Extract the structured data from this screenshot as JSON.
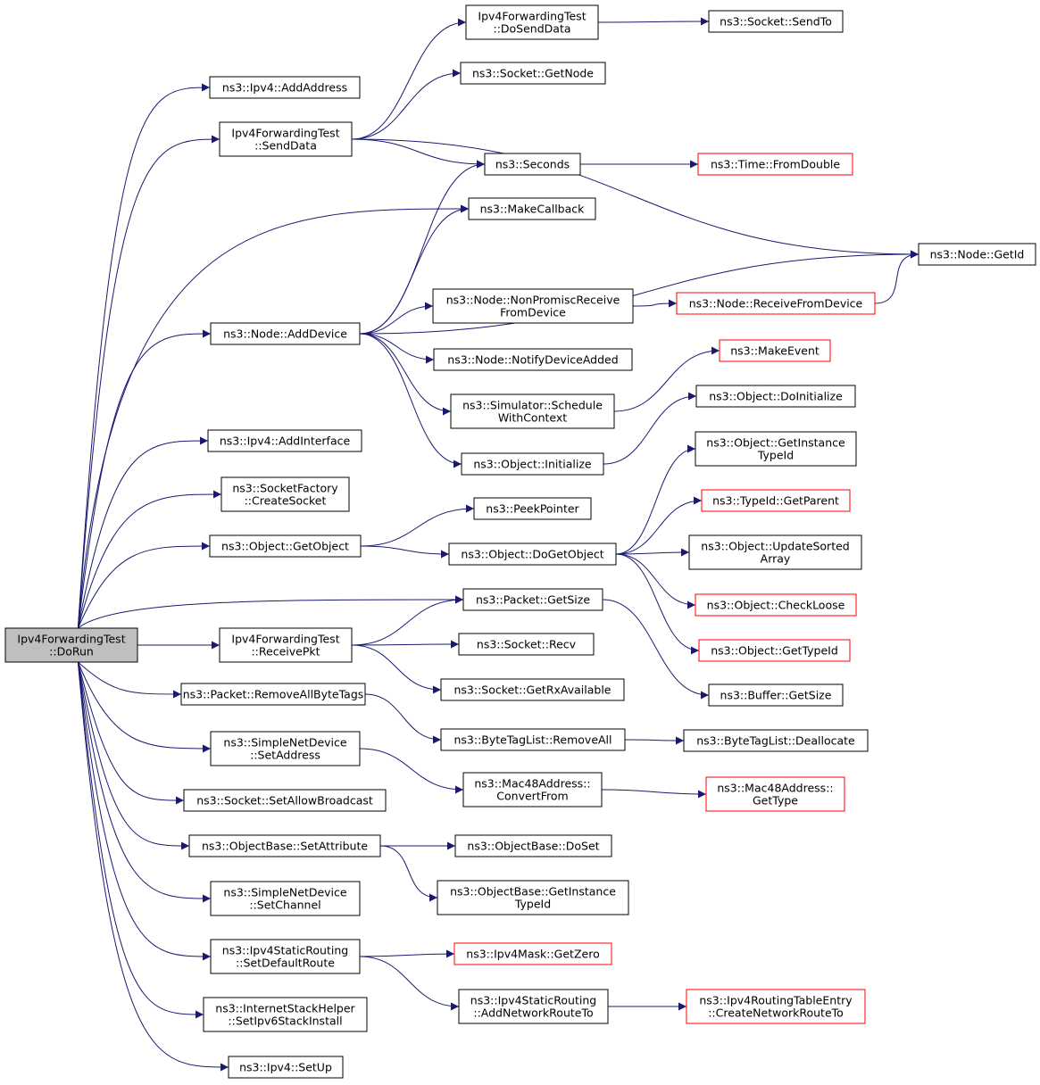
{
  "colors": {
    "edge": "#191970",
    "node_border": "#000000",
    "node_border_truncated": "#ff0000",
    "root_fill": "#bfbfbf",
    "node_fill": "#ffffff"
  },
  "nodes": [
    {
      "id": "dorun",
      "lines": [
        "Ipv4ForwardingTest",
        "::DoRun"
      ],
      "root": true
    },
    {
      "id": "addaddress",
      "lines": [
        "ns3::Ipv4::AddAddress"
      ]
    },
    {
      "id": "senddata",
      "lines": [
        "Ipv4ForwardingTest",
        "::SendData"
      ]
    },
    {
      "id": "dosenddata",
      "lines": [
        "Ipv4ForwardingTest",
        "::DoSendData"
      ]
    },
    {
      "id": "sendto",
      "lines": [
        "ns3::Socket::SendTo"
      ]
    },
    {
      "id": "socketgetnode",
      "lines": [
        "ns3::Socket::GetNode"
      ]
    },
    {
      "id": "seconds",
      "lines": [
        "ns3::Seconds"
      ]
    },
    {
      "id": "fromdouble",
      "lines": [
        "ns3::Time::FromDouble"
      ],
      "truncated": true
    },
    {
      "id": "makecallback",
      "lines": [
        "ns3::MakeCallback"
      ]
    },
    {
      "id": "nodegetid",
      "lines": [
        "ns3::Node::GetId"
      ]
    },
    {
      "id": "adddevice",
      "lines": [
        "ns3::Node::AddDevice"
      ]
    },
    {
      "id": "nonpromisc",
      "lines": [
        "ns3::Node::NonPromiscReceive",
        "FromDevice"
      ]
    },
    {
      "id": "receivefromdevice",
      "lines": [
        "ns3::Node::ReceiveFromDevice"
      ],
      "truncated": true
    },
    {
      "id": "notifydeviceadded",
      "lines": [
        "ns3::Node::NotifyDeviceAdded"
      ]
    },
    {
      "id": "makeevent",
      "lines": [
        "ns3::MakeEvent"
      ],
      "truncated": true
    },
    {
      "id": "schedulewithcontext",
      "lines": [
        "ns3::Simulator::Schedule",
        "WithContext"
      ]
    },
    {
      "id": "doinitialize",
      "lines": [
        "ns3::Object::DoInitialize"
      ]
    },
    {
      "id": "initialize",
      "lines": [
        "ns3::Object::Initialize"
      ]
    },
    {
      "id": "addinterface",
      "lines": [
        "ns3::Ipv4::AddInterface"
      ]
    },
    {
      "id": "createsocket",
      "lines": [
        "ns3::SocketFactory",
        "::CreateSocket"
      ]
    },
    {
      "id": "getinstancetypeid",
      "lines": [
        "ns3::Object::GetInstance",
        "TypeId"
      ]
    },
    {
      "id": "getparent",
      "lines": [
        "ns3::TypeId::GetParent"
      ],
      "truncated": true
    },
    {
      "id": "peekpointer",
      "lines": [
        "ns3::PeekPointer"
      ]
    },
    {
      "id": "getobject",
      "lines": [
        "ns3::Object::GetObject"
      ]
    },
    {
      "id": "dogetobject",
      "lines": [
        "ns3::Object::DoGetObject"
      ]
    },
    {
      "id": "updatesorted",
      "lines": [
        "ns3::Object::UpdateSorted",
        "Array"
      ]
    },
    {
      "id": "checkloose",
      "lines": [
        "ns3::Object::CheckLoose"
      ],
      "truncated": true
    },
    {
      "id": "packetgetsize",
      "lines": [
        "ns3::Packet::GetSize"
      ]
    },
    {
      "id": "gettypeid",
      "lines": [
        "ns3::Object::GetTypeId"
      ],
      "truncated": true
    },
    {
      "id": "receivepkt",
      "lines": [
        "Ipv4ForwardingTest",
        "::ReceivePkt"
      ]
    },
    {
      "id": "recv",
      "lines": [
        "ns3::Socket::Recv"
      ]
    },
    {
      "id": "getrxavailable",
      "lines": [
        "ns3::Socket::GetRxAvailable"
      ]
    },
    {
      "id": "buffergetsize",
      "lines": [
        "ns3::Buffer::GetSize"
      ]
    },
    {
      "id": "removeallbytetags",
      "lines": [
        "ns3::Packet::RemoveAllByteTags"
      ]
    },
    {
      "id": "bytetagremoveall",
      "lines": [
        "ns3::ByteTagList::RemoveAll"
      ]
    },
    {
      "id": "deallocate",
      "lines": [
        "ns3::ByteTagList::Deallocate"
      ]
    },
    {
      "id": "setaddress",
      "lines": [
        "ns3::SimpleNetDevice",
        "::SetAddress"
      ]
    },
    {
      "id": "convertfrom",
      "lines": [
        "ns3::Mac48Address::",
        "ConvertFrom"
      ]
    },
    {
      "id": "mac48gettype",
      "lines": [
        "ns3::Mac48Address::",
        "GetType"
      ],
      "truncated": true
    },
    {
      "id": "setallowbroadcast",
      "lines": [
        "ns3::Socket::SetAllowBroadcast"
      ]
    },
    {
      "id": "setattribute",
      "lines": [
        "ns3::ObjectBase::SetAttribute"
      ]
    },
    {
      "id": "doset",
      "lines": [
        "ns3::ObjectBase::DoSet"
      ]
    },
    {
      "id": "obgetinstancetypeid",
      "lines": [
        "ns3::ObjectBase::GetInstance",
        "TypeId"
      ]
    },
    {
      "id": "setchannel",
      "lines": [
        "ns3::SimpleNetDevice",
        "::SetChannel"
      ]
    },
    {
      "id": "setdefaultroute",
      "lines": [
        "ns3::Ipv4StaticRouting",
        "::SetDefaultRoute"
      ]
    },
    {
      "id": "getzero",
      "lines": [
        "ns3::Ipv4Mask::GetZero"
      ],
      "truncated": true
    },
    {
      "id": "addnetworkrouteto",
      "lines": [
        "ns3::Ipv4StaticRouting",
        "::AddNetworkRouteTo"
      ]
    },
    {
      "id": "createnetworkrouteto",
      "lines": [
        "ns3::Ipv4RoutingTableEntry",
        "::CreateNetworkRouteTo"
      ],
      "truncated": true
    },
    {
      "id": "setipv6stackinstall",
      "lines": [
        "ns3::InternetStackHelper",
        "::SetIpv6StackInstall"
      ]
    },
    {
      "id": "setup",
      "lines": [
        "ns3::Ipv4::SetUp"
      ]
    }
  ],
  "edges": [
    [
      "dorun",
      "addaddress"
    ],
    [
      "dorun",
      "senddata"
    ],
    [
      "dorun",
      "makecallback"
    ],
    [
      "dorun",
      "adddevice"
    ],
    [
      "dorun",
      "addinterface"
    ],
    [
      "dorun",
      "createsocket"
    ],
    [
      "dorun",
      "getobject"
    ],
    [
      "dorun",
      "packetgetsize"
    ],
    [
      "dorun",
      "receivepkt"
    ],
    [
      "dorun",
      "removeallbytetags"
    ],
    [
      "dorun",
      "setaddress"
    ],
    [
      "dorun",
      "setallowbroadcast"
    ],
    [
      "dorun",
      "setattribute"
    ],
    [
      "dorun",
      "setchannel"
    ],
    [
      "dorun",
      "setdefaultroute"
    ],
    [
      "dorun",
      "setipv6stackinstall"
    ],
    [
      "dorun",
      "setup"
    ],
    [
      "senddata",
      "dosenddata"
    ],
    [
      "senddata",
      "socketgetnode"
    ],
    [
      "senddata",
      "seconds"
    ],
    [
      "senddata",
      "nodegetid"
    ],
    [
      "dosenddata",
      "sendto"
    ],
    [
      "seconds",
      "fromdouble"
    ],
    [
      "adddevice",
      "seconds"
    ],
    [
      "adddevice",
      "makecallback"
    ],
    [
      "adddevice",
      "nodegetid"
    ],
    [
      "adddevice",
      "nonpromisc"
    ],
    [
      "adddevice",
      "notifydeviceadded"
    ],
    [
      "adddevice",
      "schedulewithcontext"
    ],
    [
      "adddevice",
      "initialize"
    ],
    [
      "nonpromisc",
      "receivefromdevice"
    ],
    [
      "receivefromdevice",
      "nodegetid"
    ],
    [
      "schedulewithcontext",
      "makeevent"
    ],
    [
      "initialize",
      "doinitialize"
    ],
    [
      "getobject",
      "peekpointer"
    ],
    [
      "getobject",
      "dogetobject"
    ],
    [
      "dogetobject",
      "getinstancetypeid"
    ],
    [
      "dogetobject",
      "getparent"
    ],
    [
      "dogetobject",
      "updatesorted"
    ],
    [
      "dogetobject",
      "checkloose"
    ],
    [
      "dogetobject",
      "gettypeid"
    ],
    [
      "receivepkt",
      "packetgetsize"
    ],
    [
      "receivepkt",
      "recv"
    ],
    [
      "receivepkt",
      "getrxavailable"
    ],
    [
      "packetgetsize",
      "buffergetsize"
    ],
    [
      "removeallbytetags",
      "bytetagremoveall"
    ],
    [
      "bytetagremoveall",
      "deallocate"
    ],
    [
      "setaddress",
      "convertfrom"
    ],
    [
      "convertfrom",
      "mac48gettype"
    ],
    [
      "setattribute",
      "doset"
    ],
    [
      "setattribute",
      "obgetinstancetypeid"
    ],
    [
      "setdefaultroute",
      "getzero"
    ],
    [
      "setdefaultroute",
      "addnetworkrouteto"
    ],
    [
      "addnetworkrouteto",
      "createnetworkrouteto"
    ]
  ]
}
